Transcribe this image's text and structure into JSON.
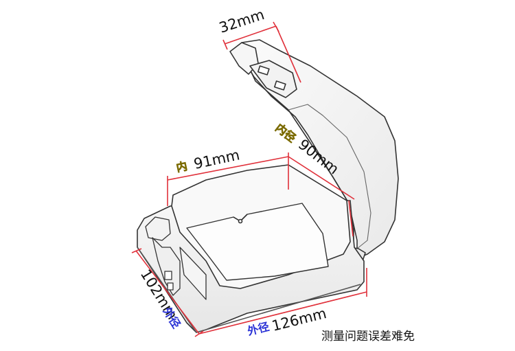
{
  "product": "waterproof-switch-box-cover",
  "colors": {
    "dimension_line": "#e0303a",
    "inner_label": "#e8d400",
    "outer_label": "#2a32d6",
    "outline": "#333333",
    "fill": "#f4f4f4"
  },
  "dimensions": {
    "hinge_depth": "32mm",
    "inner_width_prefix": "内",
    "inner_width": "91mm",
    "inner_diameter_prefix": "内径",
    "inner_diameter": "90mm",
    "outer_depth": "102mm",
    "outer_depth_suffix": "外径",
    "outer_diameter_prefix": "外径",
    "outer_diameter": "126mm"
  },
  "note": "测量问题误差难免"
}
